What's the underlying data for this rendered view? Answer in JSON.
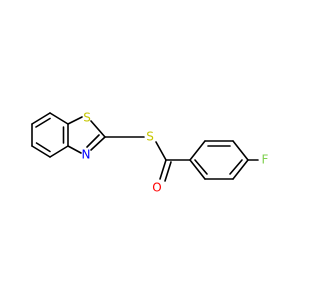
{
  "molecule": {
    "atoms": {
      "S_ring": {
        "label": "S",
        "color": "#c6c600"
      },
      "N_ring": {
        "label": "N",
        "color": "#0000ff"
      },
      "S_thio": {
        "label": "S",
        "color": "#c6c600"
      },
      "O_carbonyl": {
        "label": "O",
        "color": "#ff0000"
      },
      "F": {
        "label": "F",
        "color": "#7fd04f"
      }
    }
  }
}
